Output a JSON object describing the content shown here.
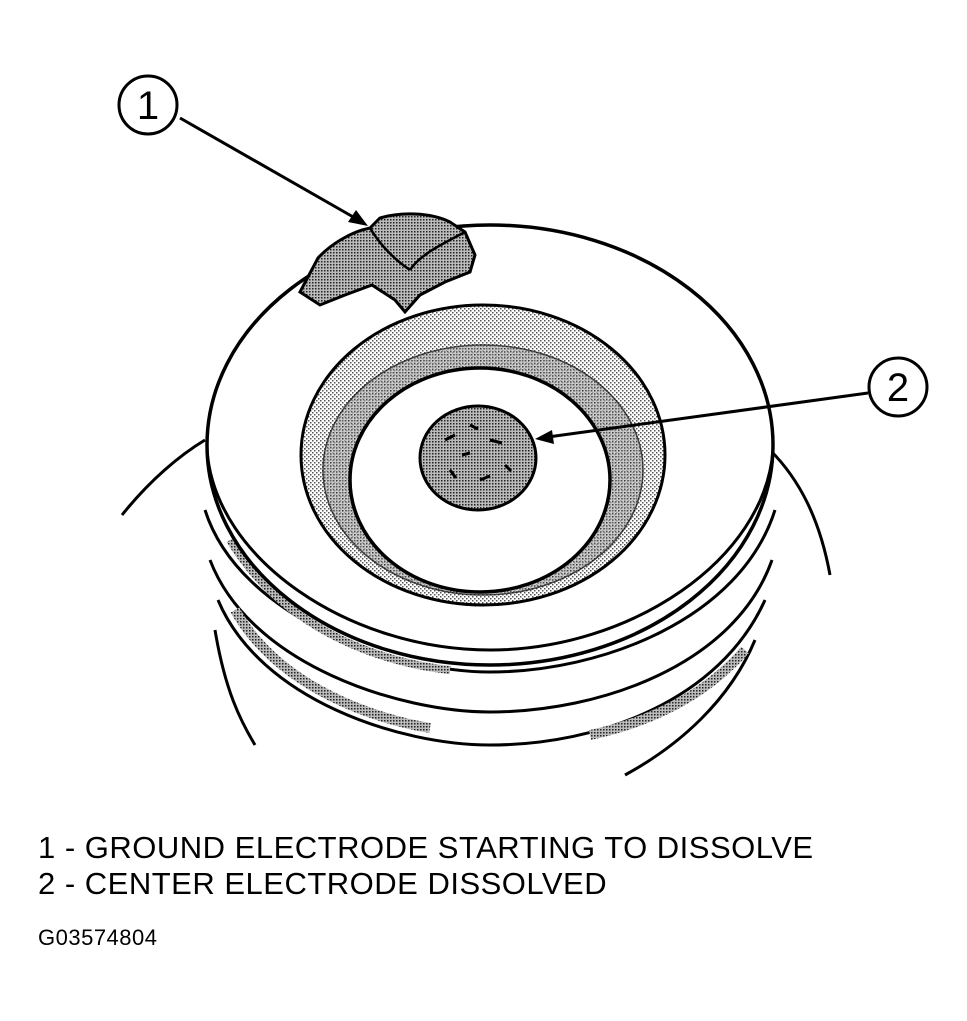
{
  "callouts": {
    "one": "1",
    "two": "2"
  },
  "legend": {
    "item1": "1 - GROUND ELECTRODE STARTING TO DISSOLVE",
    "item2": "2 - CENTER ELECTRODE DISSOLVED"
  },
  "figure_id": "G03574804",
  "colors": {
    "line": "#000000",
    "background": "#ffffff",
    "shading": "#b0b0b0"
  }
}
